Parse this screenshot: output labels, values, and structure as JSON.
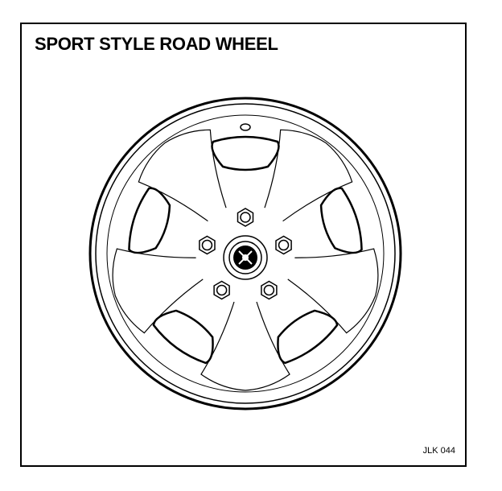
{
  "figure": {
    "title": "SPORT STYLE ROAD WHEEL",
    "reference": "JLK 044",
    "spoke_count": 5,
    "lug_nut_count": 5,
    "hub_emblem": "leaper-emblem-icon"
  }
}
